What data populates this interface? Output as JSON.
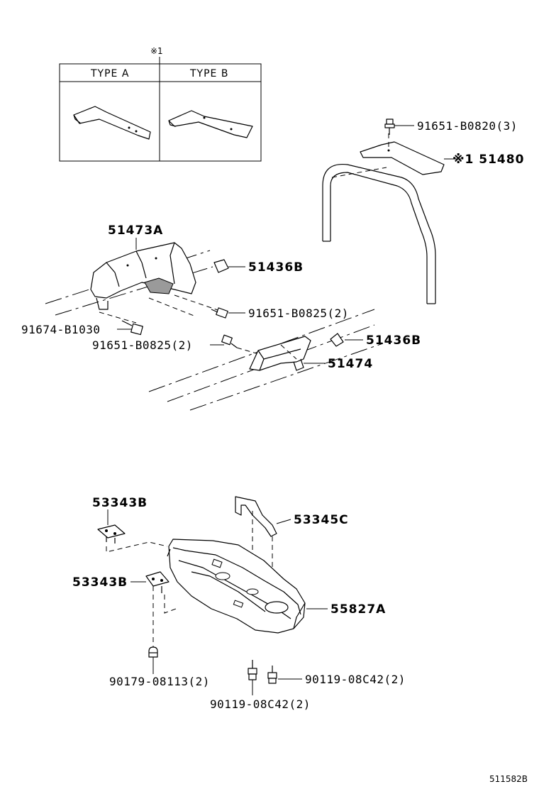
{
  "table": {
    "note_mark": "※1",
    "type_a": "TYPE A",
    "type_b": "TYPE B"
  },
  "labels": {
    "p51480": "※1 51480",
    "p91651_b0820": "91651-B0820(3)",
    "p51473a": "51473A",
    "p51436b_1": "51436B",
    "p91651_b0825_1": "91651-B0825(2)",
    "p91674_b1030": "91674-B1030",
    "p91651_b0825_2": "91651-B0825(2)",
    "p51436b_2": "51436B",
    "p51474": "51474",
    "p53343b_1": "53343B",
    "p53345c": "53345C",
    "p53343b_2": "53343B",
    "p55827a": "55827A",
    "p90179_08113": "90179-08113(2)",
    "p90119_08c42_1": "90119-08C42(2)",
    "p90119_08c42_2": "90119-08C42(2)"
  },
  "diagram_id": "511582B"
}
